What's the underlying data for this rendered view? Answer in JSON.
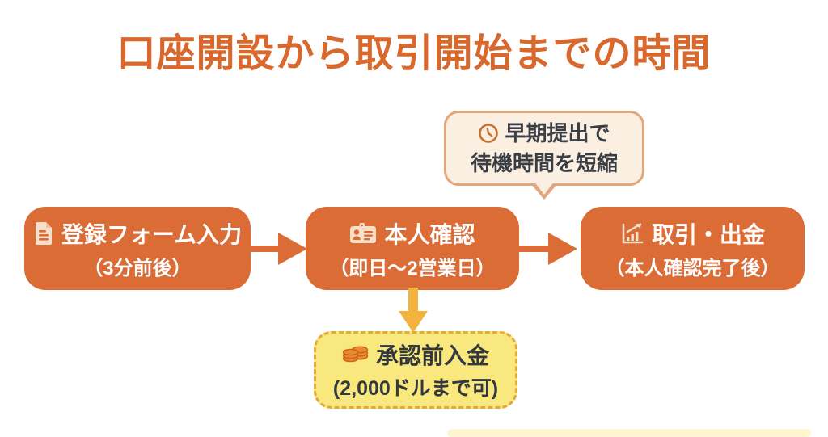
{
  "page": {
    "title": "口座開設から取引開始までの時間"
  },
  "colors": {
    "title_orange": "#D9682D",
    "box_orange": "#DB6C35",
    "box_text": "#FFFFFF",
    "amber_arrow": "#F2B43C",
    "note_fill": "#F9E87E",
    "note_border": "#E2A93C",
    "callout_fill": "#FBEFE2",
    "callout_border": "#E2A67C",
    "dark_text": "#3A3F46",
    "icon_cream": "#F8DFC9",
    "clock_stroke": "#C96F2F",
    "coin_fill": "#E98A2E"
  },
  "callout": {
    "icon": "clock-icon",
    "line1": "早期提出で",
    "line2": "待機時間を短縮"
  },
  "flow": {
    "steps": [
      {
        "icon": "document-icon",
        "label": "登録フォーム入力",
        "duration": "（3分前後）"
      },
      {
        "icon": "id-card-icon",
        "label": "本人確認",
        "duration": "（即日〜2営業日）"
      },
      {
        "icon": "chart-icon",
        "label": "取引・出金",
        "duration": "（本人確認完了後）"
      }
    ]
  },
  "deposit_note": {
    "icon": "coins-icon",
    "label": "承認前入金",
    "detail": "(2,000ドルまで可)"
  }
}
